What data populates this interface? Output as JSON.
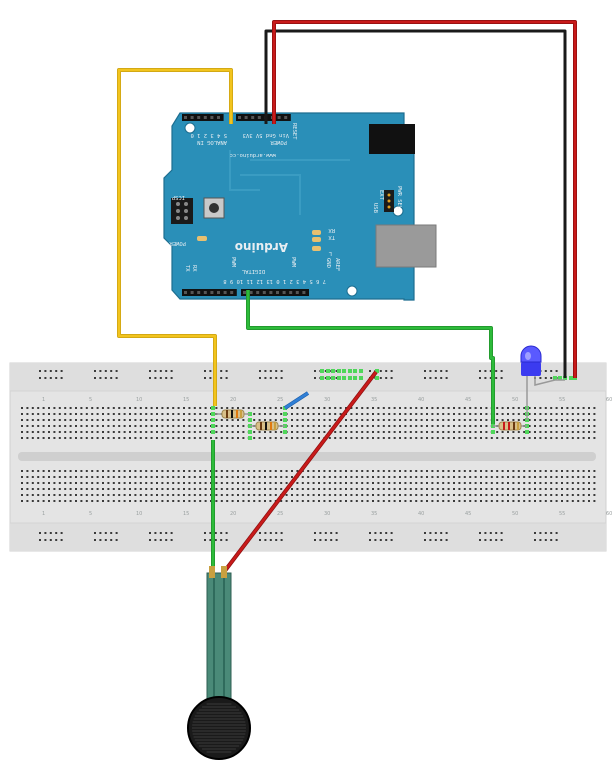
{
  "arduino": {
    "brand": "Arduino",
    "url": "www.arduino.cc",
    "analog_in": "ANALOG IN",
    "analog_pins": "5 4 3 2 1 0",
    "power": "POWER",
    "power_pins": "Vin Gnd 5V 3V3",
    "reset": "RESET",
    "digital": "DIGITAL",
    "digital_pins": "7 6 5 4 3 2 1 0   13 12 11 10 9 8",
    "aref": "AREF",
    "gnd": "GND",
    "pwm": "PWM",
    "icsp": "ICSP",
    "tx": "TX",
    "rx": "RX",
    "l": "L",
    "ext": "EXT",
    "usb": "USB",
    "pwr_sel": "PWR SEL",
    "rx_pin": "RX",
    "tx_pin": "TX"
  },
  "breadboard": {
    "column_numbers": [
      "1",
      "5",
      "10",
      "15",
      "20",
      "25",
      "30",
      "35",
      "40",
      "45",
      "50",
      "55",
      "60"
    ]
  },
  "colors": {
    "board": "#2a8fb8",
    "board_dark": "#1d6e90",
    "wire_red": "#c81a1a",
    "wire_black": "#1a1a1a",
    "wire_yellow": "#f2c41e",
    "wire_green": "#2dbb3a",
    "wire_blue": "#2f7fd6",
    "led": "#3b3bf0",
    "breadboard": "#e4e4e4"
  }
}
